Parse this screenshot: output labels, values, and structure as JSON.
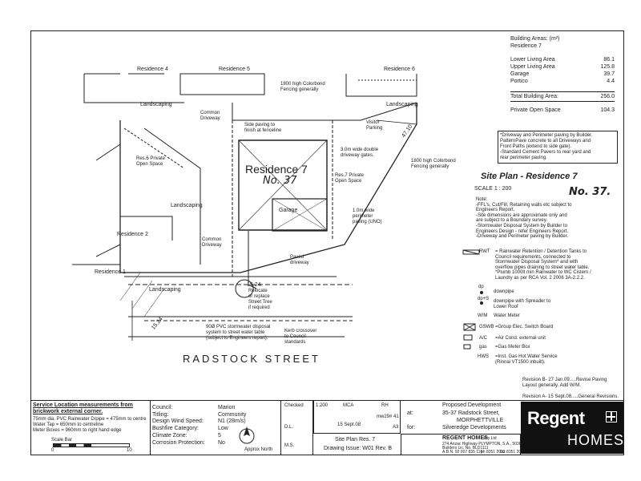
{
  "areas": {
    "title": "Building Areas: (m²)",
    "subtitle": "Residence 7",
    "rows": [
      {
        "label": "Lower Living Area",
        "value": "86.1"
      },
      {
        "label": "Upper Living Area",
        "value": "125.8"
      },
      {
        "label": "Garage",
        "value": "39.7"
      },
      {
        "label": "Portico",
        "value": "4.4"
      }
    ],
    "total_label": "Total Building Area:",
    "total_value": "256.0",
    "pos_label": "Private Open Space",
    "pos_value": "104.3"
  },
  "paving_note": [
    "*Driveway and Perimeter paving by Builder.",
    "PatternPave concrete to all Driveways and",
    "Front Paths (extend to side gate).",
    "-Standard Cement Pavers to rear yard and",
    "rear perimeter paving."
  ],
  "plan": {
    "title": "Site Plan - Residence  7",
    "number": "No. 37.",
    "scale": "SCALE    1 : 200",
    "notes": [
      "Note:",
      "-FFL's, Cut/Fill, Retaining walls etc subject to",
      "Engineers Report.",
      "-Site dimensions are approximate only and",
      "are subject to a Boundary survey.",
      "-Stormwater Disposal System by Builder to",
      "Engineers Design - refer Engineers Report.",
      "-Driveway and Perimeter paving by Builder."
    ]
  },
  "legend": {
    "rwt": [
      "RWT",
      "= Rainwater Retention / Detention Tanks to",
      "Council requirements, connected to",
      "Stormwater Disposal System* and with",
      "overflow pipes draining to street water table.",
      "*Plumb 1000lt min Rainwater  to WC Cistern /",
      "Laundry as per RCA Vol. 2 2006 3A-2.2.2."
    ],
    "dp": [
      "dp",
      "downpipe"
    ],
    "dps": [
      "dp+S",
      "downpipe with Spreader to",
      "Lower Roof"
    ],
    "wm": [
      "W/M",
      "Water Meter"
    ],
    "gswb": [
      "GSWB",
      "=Group Elec. Switch Board"
    ],
    "ac": [
      "A/C",
      "=Air Cond. external unit"
    ],
    "gas": [
      "gas",
      "=Gas Meter Box"
    ],
    "hws": [
      "HWS",
      "=Inst. Gas Hot Water Service",
      "(Rinnai VT1500 inbuilt)."
    ]
  },
  "revisions": [
    "Revision B- 27 Jan.09.....Revise Paving",
    "Layout generally. Add W/M.",
    "",
    "Revision A- 15 Sept.08.....General Revisions."
  ],
  "labels": {
    "r4": "Residence 4",
    "r5": "Residence 5",
    "r6": "Residence 6",
    "r7": "Residence 7",
    "r7no": "No. 37",
    "r2": "Residence 2",
    "r1": "Residence 1",
    "landscaping": "Landscaping",
    "fence": "1800 high Colorbond\nFencing generally",
    "common_drive": "Common\nDriveway",
    "side_paving": "Side paving to\nfinish at fenceline",
    "visitor": "Visitor\nParking",
    "gates": "3.0m wide double\ndriveway gates.",
    "fence2": "1800 high Colorbond\nFencing generally",
    "r6pos": "Res.6 Private\nOpen Space",
    "r7pos": "Res.7 Private\nOpen Space",
    "garage": "Garage",
    "perim": "1.0m wide\nperimeter\npaving (UNO)",
    "paved": "Paved\ndriveway",
    "relocate": "Relocate\nor replace\nStreet Tree\nif required",
    "pvc": "90Ø PVC stormwater disposal\nsystem to street water table\n(subject to Engineers report).",
    "kerb": "Kerb crossover\nto Council\nstandards",
    "d1524a": "15.24",
    "d1524b": "15.24",
    "d4710": "47.10",
    "street": "RADSTOCK  STREET"
  },
  "titleblock": {
    "svc_head": "Service Location measurements from\nbrickwork external corner.",
    "svc": "75mm dia. PVC Rainwater D/pipe = 475mm to centre\nWater Tap = 650mm to centreline\nMeter Boxes = 960mm to right hand edge",
    "scale_bar": "Scale Bar",
    "scale_0": "0",
    "scale_10": "10",
    "props": [
      [
        "Council:",
        "Marion"
      ],
      [
        "Titling:",
        "Community"
      ],
      [
        "Design Wind Speed:",
        "N1 (28m/s)"
      ],
      [
        "Bushfire Category:",
        "Low"
      ],
      [
        "Climate Zone:",
        "5"
      ],
      [
        "Corrosion Protection:",
        "No"
      ]
    ],
    "north": "Approx North",
    "checked": "Checked",
    "dl": "D.L.",
    "ms": "M.S.",
    "scale_cell": "1:200",
    "drawn": "MCA",
    "date": "15 Sept.08",
    "drg": "RH",
    "drg2": "mw29# 41",
    "size": "A3",
    "sheet_title": "Site Plan  Res.  7",
    "issue": "Drawing Issue:  W01  Rev. B",
    "proposed": "Proposed Development",
    "at": "at:",
    "addr": "35-37 Radstock Street,",
    "suburb": "MORPHETTVILLE",
    "for": "for:",
    "client": "Silveredge Developments",
    "company": "REGENT HOMES",
    "company_sub": "Pty Ltd",
    "company_addr": "274 Anzac Highway PLYMPTON, S.A., 5038",
    "company_lic": "Builders Lic. No. BLD1111",
    "company_abn": "A.B.N. 92 007 835 116",
    "company_ph": "ph 8351 2022",
    "company_fax": "fax 8351 2011",
    "logo1": "Regent",
    "logo2": "HOMES"
  }
}
